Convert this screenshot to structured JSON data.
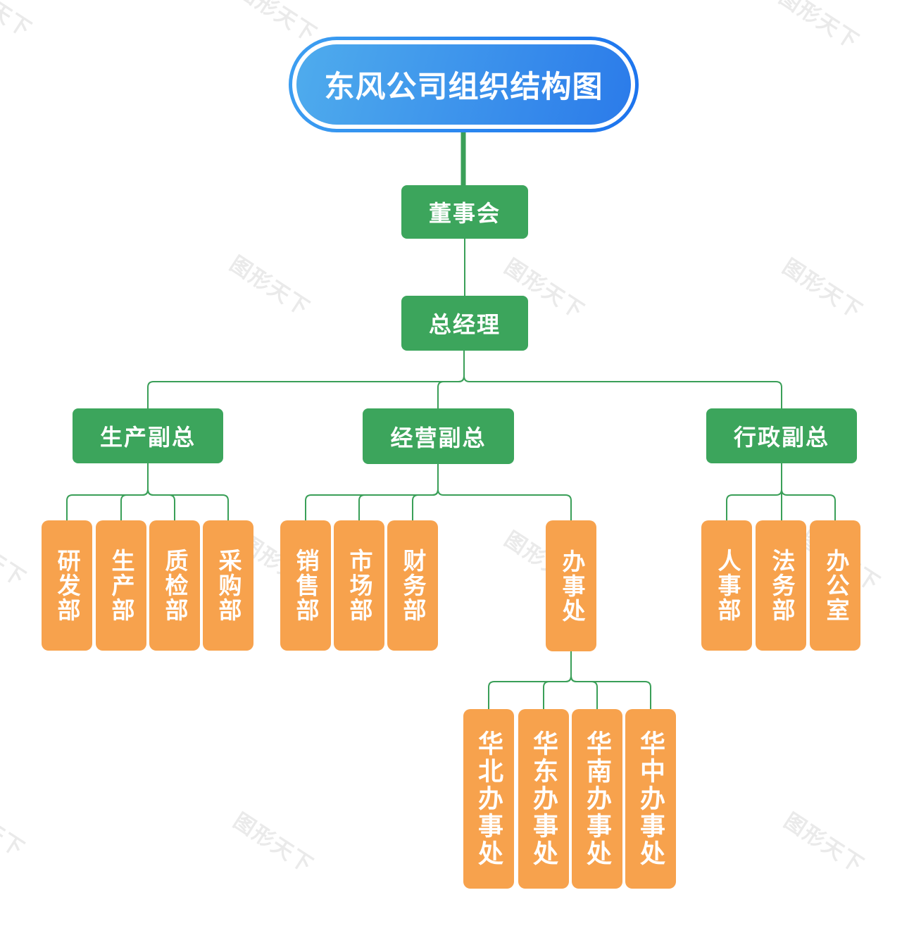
{
  "title": "东风公司组织结构图",
  "watermark": {
    "text": "图形天下"
  },
  "colors": {
    "node_green": "#3CA55C",
    "node_orange": "#F7A24D",
    "connector_green": "#3A9F58",
    "pill_blue_light": "#4FACED",
    "pill_blue_dark": "#2B7BEA",
    "pill_border_light": "#3D9FF1",
    "pill_border_dark": "#1C73EE",
    "watermark": "#EAEAEA"
  },
  "org": {
    "board": "董事会",
    "general_manager": "总经理",
    "branches": [
      {
        "label": "生产副总",
        "children": [
          "研发部",
          "生产部",
          "质检部",
          "采购部"
        ]
      },
      {
        "label": "经营副总",
        "children": [
          "销售部",
          "市场部",
          "财务部",
          {
            "label": "办事处",
            "children": [
              "华北办事处",
              "华东办事处",
              "华南办事处",
              "华中办事处"
            ]
          }
        ]
      },
      {
        "label": "行政副总",
        "children": [
          "人事部",
          "法务部",
          "办公室"
        ]
      }
    ]
  }
}
